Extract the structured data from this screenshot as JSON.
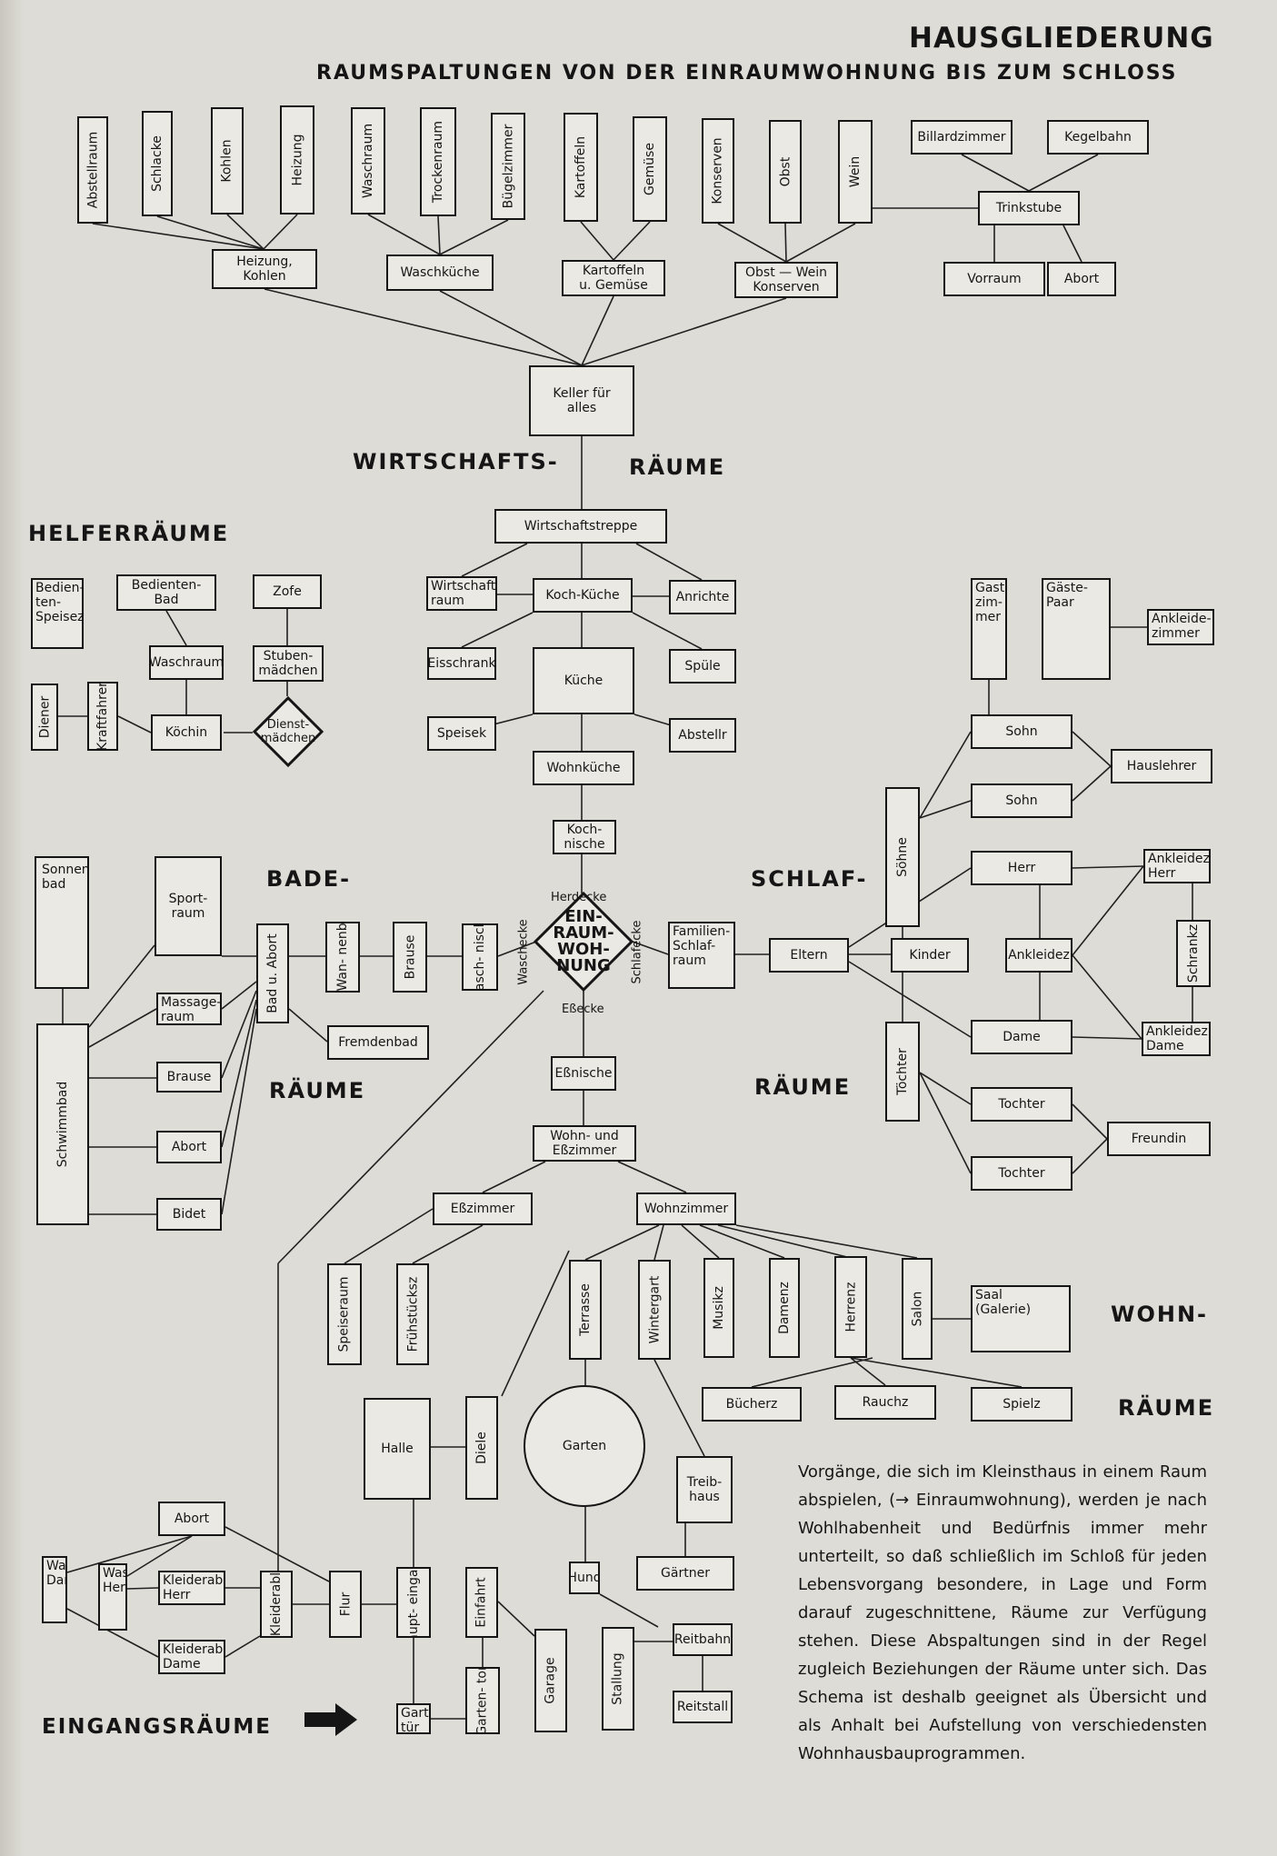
{
  "title": "HAUSGLIEDERUNG",
  "subtitle": "RAUMSPALTUNGEN VON DER EINRAUMWOHNUNG BIS ZUM SCHLOSS",
  "section_labels": {
    "wirtschafts_1": "WIRTSCHAFTS-",
    "wirtschafts_2": "RÄUME",
    "helfer": "HELFERRÄUME",
    "bade_1": "BADE-",
    "bade_2": "RÄUME",
    "schlaf_1": "SCHLAF-",
    "schlaf_2": "RÄUME",
    "wohn_1": "WOHN-",
    "wohn_2": "RÄUME",
    "eingang": "EINGANGSRÄUME"
  },
  "center": {
    "label": "EIN-\nRAUM-\nWOH-\nNUNG",
    "corner_top": "Herdecke",
    "corner_left": "Waschecke",
    "corner_right": "Schlafecke",
    "corner_bottom": "Eßecke"
  },
  "rooms": {
    "abstellraum": "Abstellraum",
    "schlacke": "Schlacke",
    "kohlen": "Kohlen",
    "heizung": "Heizung",
    "waschraum_k": "Waschraum",
    "trockenraum": "Trockenraum",
    "buegelzimmer": "Bügelzimmer",
    "kartoffeln": "Kartoffeln",
    "gemuese": "Gemüse",
    "konserven": "Konserven",
    "obst": "Obst",
    "wein": "Wein",
    "billardzimmer": "Billardzimmer",
    "kegelbahn": "Kegelbahn",
    "trinkstube": "Trinkstube",
    "vorraum": "Vorraum",
    "abort_k": "Abort",
    "heizung_kohlen": "Heizung,\nKohlen",
    "waschkueche": "Waschküche",
    "kartoffeln_gemuese": "Kartoffeln\nu. Gemüse",
    "obst_wein": "Obst — Wein\nKonserven",
    "keller": "Keller für\nalles",
    "wirtschaftstreppe": "Wirtschaftstreppe",
    "wirtschaftsraum": "Wirtschafts-\nraum",
    "kochkueche": "Koch-Küche",
    "anrichte": "Anrichte",
    "eisschrank": "Eisschrank",
    "spuele": "Spüle",
    "kueche": "Küche",
    "speisek": "Speisek",
    "abstellr": "Abstellr",
    "wohnkueche": "Wohnküche",
    "kochnische": "Koch-\nnische",
    "bedienten_speisez": "Bedien-\nten-\nSpeisez",
    "bedienten_bad": "Bedienten-Bad",
    "zofe": "Zofe",
    "waschraum_h": "Waschraum",
    "stubenmaedchen": "Stuben-\nmädchen",
    "diener": "Diener",
    "kraftfahrer": "Kraftfahrer",
    "koechin": "Köchin",
    "dienstmaedchen": "Dienst-\nmädchen",
    "sonnenbad": "Sonnen-\nbad",
    "sportraum": "Sport-\nraum",
    "schwimmbad": "Schwimmbad",
    "massageraum": "Massage-\nraum",
    "brause_b": "Brause",
    "abort_b": "Abort",
    "bidet": "Bidet",
    "bad_abort": "Bad u. Abort",
    "kl_wannenbad": "Kl Wan-\nnenbad",
    "brause": "Brause",
    "waschnische": "Wasch-\nnische",
    "fremdenbad": "Fremdenbad",
    "familienschlafraum": "Familien-\nSchlaf-\nraum",
    "eltern": "Eltern",
    "kinder": "Kinder",
    "soehne": "Söhne",
    "toechter": "Töchter",
    "sohn1": "Sohn",
    "sohn2": "Sohn",
    "hauslehrer": "Hauslehrer",
    "gastzimmer": "Gast-\nzim-\nmer",
    "gaestepaar": "Gäste-\nPaar",
    "ankleidezimmer": "Ankleide-\nzimmer",
    "herr": "Herr",
    "ankleidez_herr": "Ankleidez\nHerr",
    "ankleidez": "Ankleidez",
    "schrankz": "Schrankz",
    "dame": "Dame",
    "ankleidez_dame": "Ankleidez\nDame",
    "tochter1": "Tochter",
    "tochter2": "Tochter",
    "freundin": "Freundin",
    "essnische": "Eßnische",
    "wohn_esszimmer": "Wohn- und\nEßzimmer",
    "esszimmer": "Eßzimmer",
    "wohnzimmer": "Wohnzimmer",
    "speiseraum": "Speiseraum",
    "fruehstuecksz": "Frühstücksz",
    "terrasse": "Terrasse",
    "wintergart": "Wintergart",
    "musikz": "Musikz",
    "damenz": "Damenz",
    "herrenz": "Herrenz",
    "salon": "Salon",
    "saal": "Saal\n(Galerie)",
    "buecherz": "Bücherz",
    "rauchz": "Rauchz",
    "spielz": "Spielz",
    "halle": "Halle",
    "diele": "Diele",
    "garten": "Garten",
    "treibhaus": "Treib-\nhaus",
    "gaertner": "Gärtner",
    "hund": "Hund",
    "stallung": "Stallung",
    "reitbahn": "Reitbahn",
    "reitstall": "Reitstall",
    "abort_e": "Abort",
    "waschr_dame": "Waschr\nDame",
    "waschr_herr": "Waschr\nHerr",
    "kleiderabl_herr": "Kleiderabl\nHerr",
    "kleiderabl_dame": "Kleiderabl\nDame",
    "kleiderabl": "Kleiderabl",
    "flur": "Flur",
    "haupteingang": "Haupt-\neingang",
    "einfahrt": "Einfahrt",
    "garage": "Garage",
    "gartentor": "Garten-\ntor",
    "gartentuer": "Garten-\ntür"
  },
  "note": "Vorgänge, die sich im Kleinsthaus in einem Raum abspielen, (→ Einraumwohnung), werden je nach Wohlhabenheit und Bedürfnis immer mehr unterteilt, so daß schließlich im Schloß für jeden Lebensvorgang besondere, in Lage und Form darauf zugeschnittene, Räume zur Verfügung stehen. Diese Abspaltungen sind in der Regel zugleich Beziehungen der Räume unter sich. Das Schema ist deshalb geeignet als Übersicht und als Anhalt bei Aufstellung von verschiedensten Wohnhausbauprogrammen."
}
